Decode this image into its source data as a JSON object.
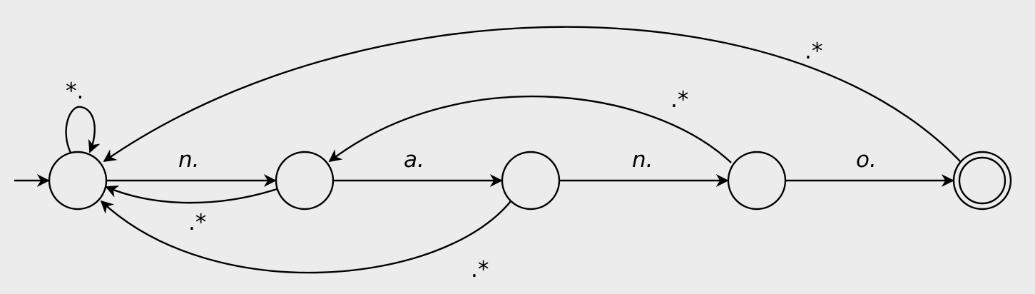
{
  "diagram": {
    "type": "finite-state-automaton",
    "states": [
      "q0",
      "q1",
      "q2",
      "q3",
      "q4"
    ],
    "start_state": "q0",
    "accepting_states": [
      "q4"
    ],
    "transitions": [
      {
        "from": "q0",
        "to": "q0",
        "label": "*."
      },
      {
        "from": "q0",
        "to": "q1",
        "label": "n."
      },
      {
        "from": "q1",
        "to": "q2",
        "label": "a."
      },
      {
        "from": "q2",
        "to": "q3",
        "label": "n."
      },
      {
        "from": "q3",
        "to": "q4",
        "label": "o."
      },
      {
        "from": "q1",
        "to": "q0",
        "label": ".*"
      },
      {
        "from": "q2",
        "to": "q0",
        "label": ".*"
      },
      {
        "from": "q3",
        "to": "q1",
        "label": ".*"
      },
      {
        "from": "q4",
        "to": "q0",
        "label": ".*"
      }
    ]
  },
  "colors": {
    "background": "#ececec",
    "stroke": "#000000"
  }
}
